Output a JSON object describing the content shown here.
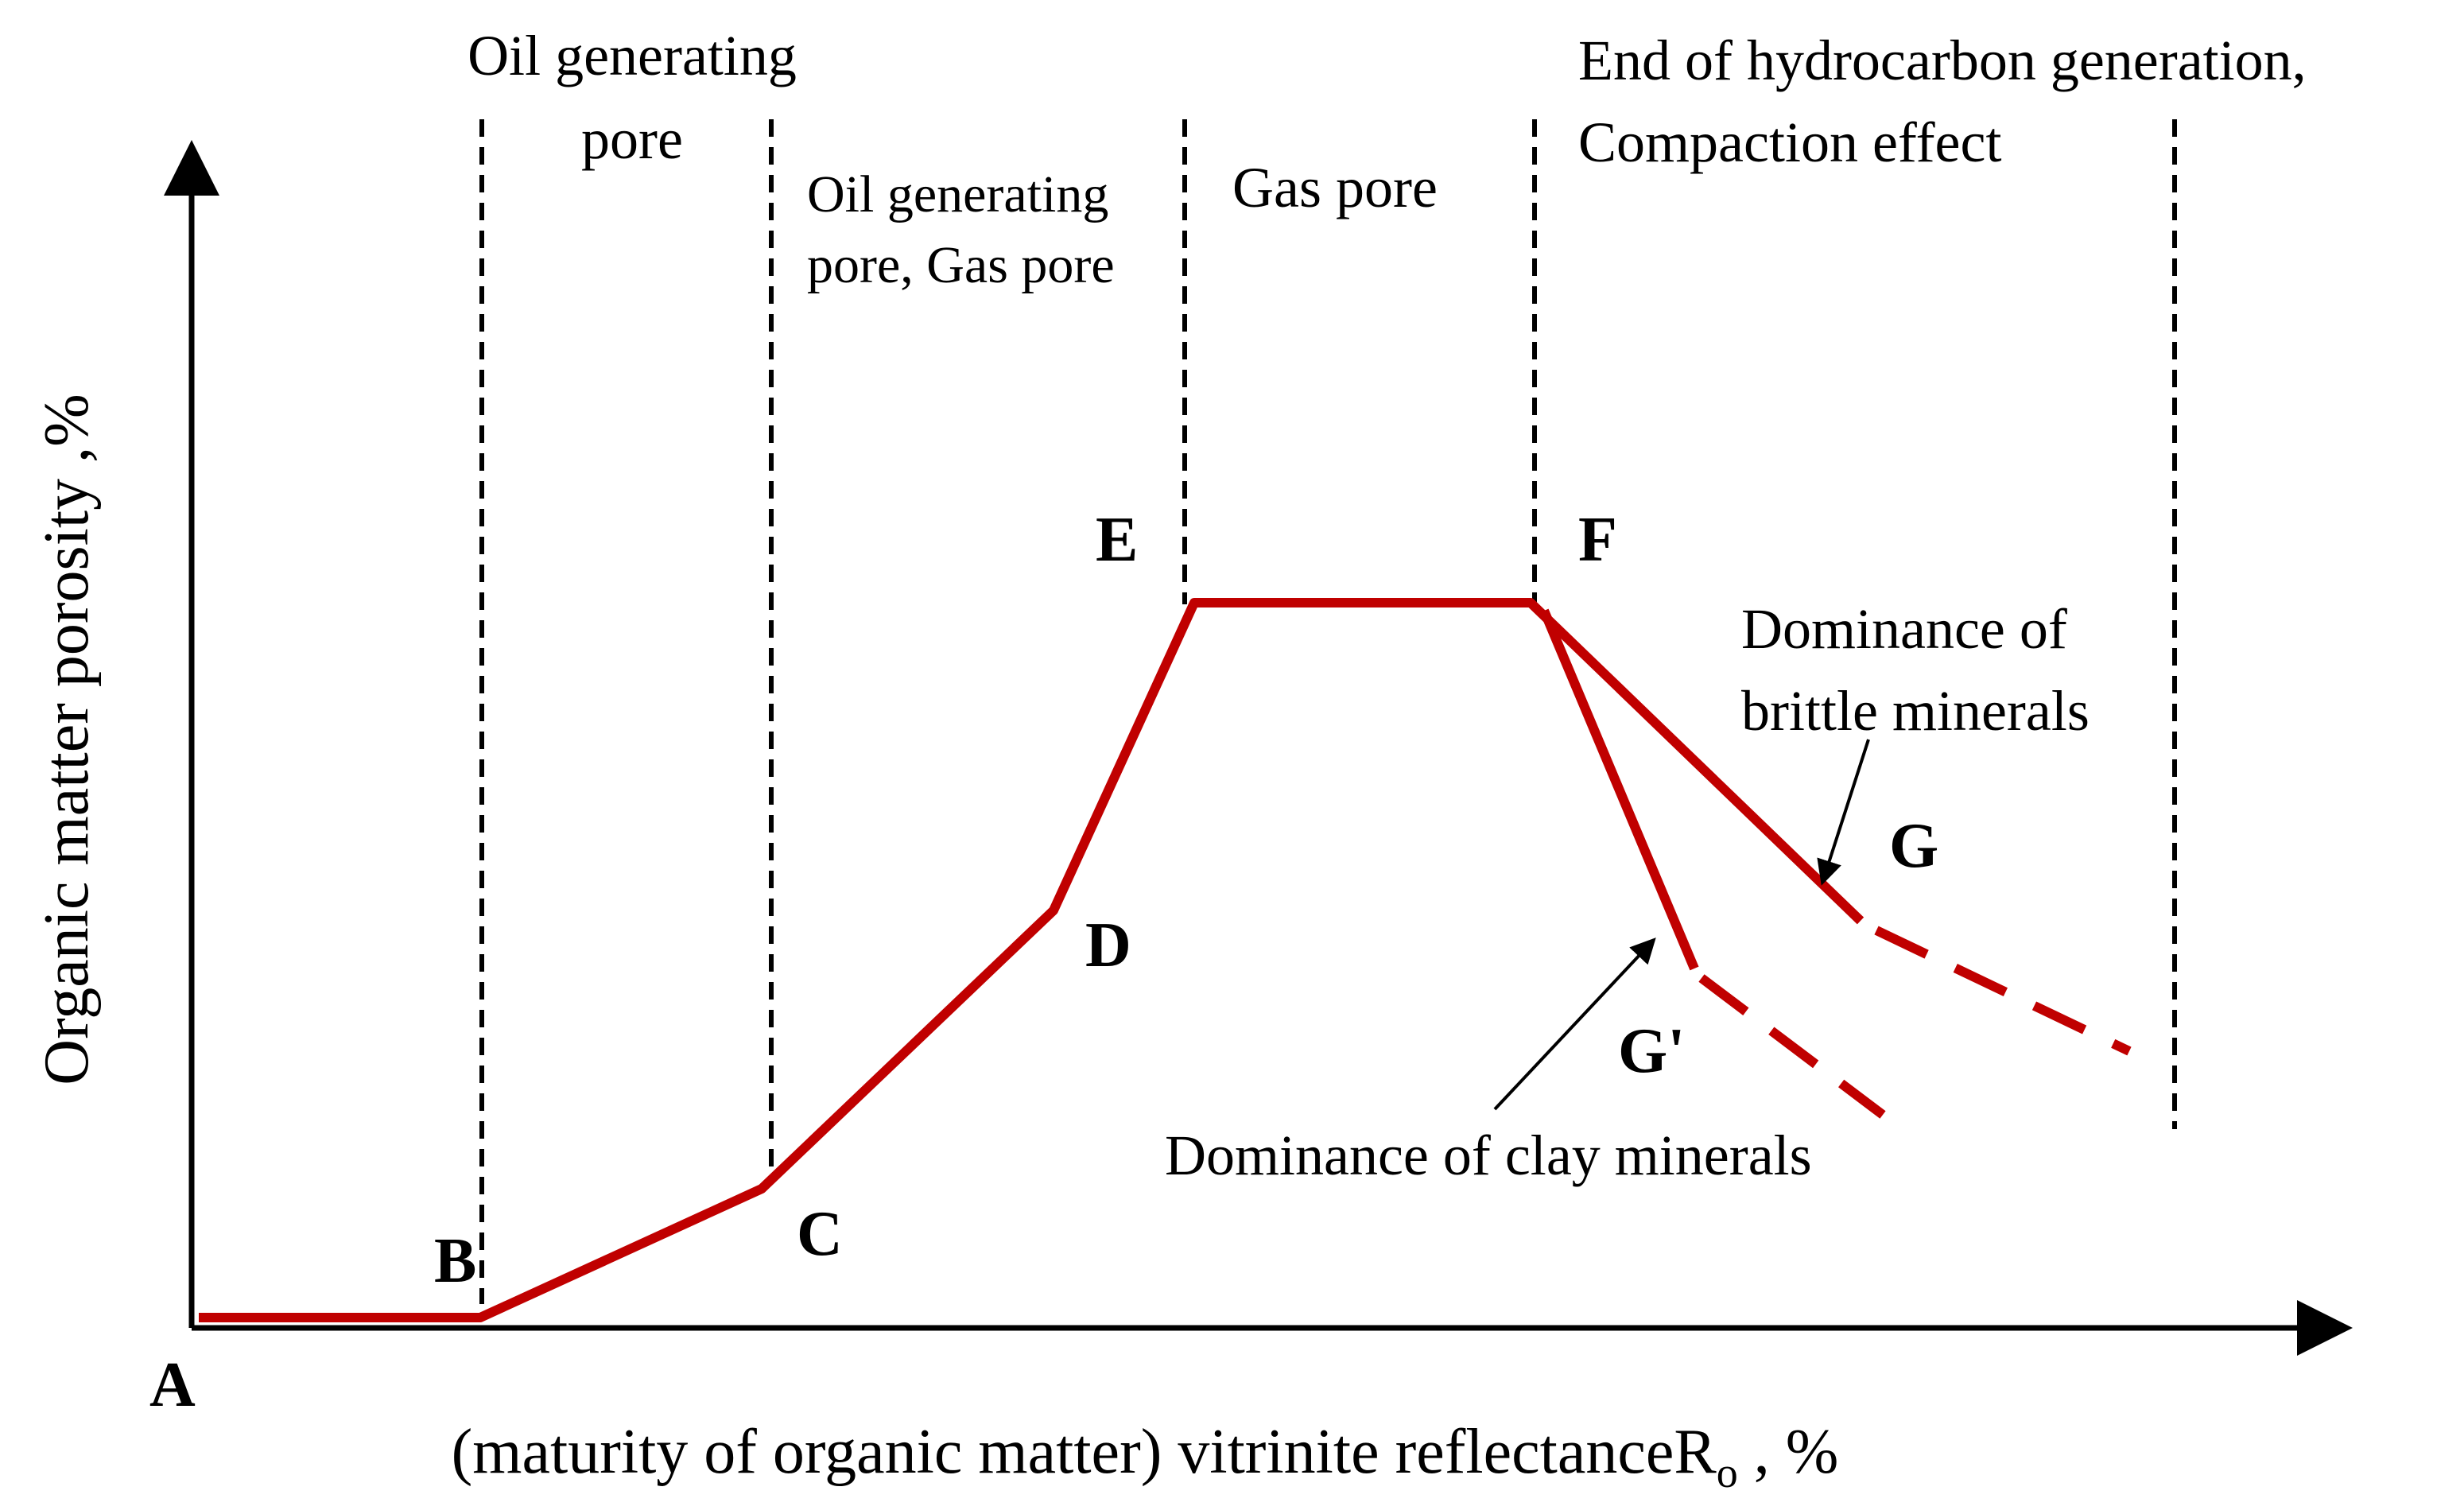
{
  "axes": {
    "y_title": "Organic matter porosity ,%",
    "x_title_main": "(maturity of organic matter) vitrinite reflectance",
    "x_title_symbol": "R",
    "x_title_subscript": "o",
    "x_title_suffix": " , %"
  },
  "zones": {
    "oil_pore_line1": "Oil generating",
    "oil_pore_line2": "pore",
    "oil_gas_line1": "Oil generating",
    "oil_gas_line2": "pore, Gas pore",
    "gas_pore": "Gas pore",
    "end_line1": "End of hydrocarbon generation,",
    "end_line2": "Compaction effect"
  },
  "points": {
    "A": "A",
    "B": "B",
    "C": "C",
    "D": "D",
    "E": "E",
    "F": "F",
    "G": "G",
    "G_prime": "G'"
  },
  "annotations": {
    "brittle_line1": "Dominance of",
    "brittle_line2": "brittle minerals",
    "clay": "Dominance of clay minerals"
  },
  "colors": {
    "curve": "#c00000",
    "axes": "#000000"
  }
}
